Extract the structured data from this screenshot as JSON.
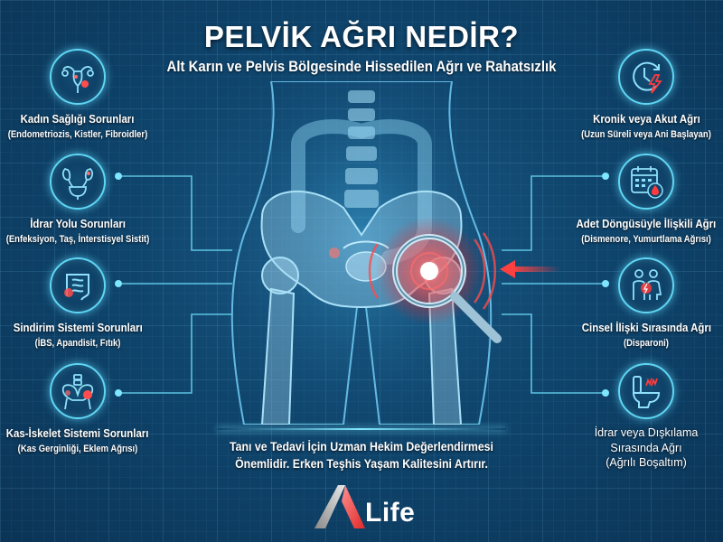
{
  "header": {
    "title": "PELVİK AĞRI NEDİR?",
    "subtitle": "Alt Karın ve Pelvis Bölgesinde Hissedilen Ağrı ve Rahatsızlık"
  },
  "left_items": [
    {
      "icon": "uterus-icon",
      "title": "Kadın Sağlığı Sorunları",
      "detail": "(Endometriozis, Kistler, Fibroidler)"
    },
    {
      "icon": "urinary-tract-icon",
      "title": "İdrar Yolu Sorunları",
      "detail": "(Enfeksiyon, Taş, İnterstisyel Sistit)"
    },
    {
      "icon": "intestine-icon",
      "title": "Sindirim Sistemi Sorunları",
      "detail": "(İBS, Apandisit, Fıtık)"
    },
    {
      "icon": "pelvis-bone-icon",
      "title": "Kas-İskelet Sistemi Sorunları",
      "detail": "(Kas Gerginliği, Eklem Ağrısı)"
    }
  ],
  "right_items": [
    {
      "icon": "clock-lightning-icon",
      "title": "Kronik veya Akut Ağrı",
      "detail": "(Uzun Süreli veya Ani Başlayan)"
    },
    {
      "icon": "calendar-blood-drop-icon",
      "title": "Adet Döngüsüyle İlişkili Ağrı",
      "detail": "(Dismenore, Yumurtlama Ağrısı)"
    },
    {
      "icon": "couple-pain-icon",
      "title": "Cinsel İlişki Sırasında Ağrı",
      "detail": "(Disparoni)"
    },
    {
      "icon": "toilet-pain-icon",
      "lines": [
        "İdrar veya Dışkılama",
        "Sırasında Ağrı",
        "(Ağrılı Boşaltım)"
      ]
    }
  ],
  "footer": {
    "line1": "Tanı ve Tedavi İçin Uzman Hekim Değerlendirmesi",
    "line2": "Önemlidir. Erken Teşhis Yaşam Kalitesini Artırır."
  },
  "brand": {
    "logo_text": "Life"
  },
  "colors": {
    "background": "#0f456d",
    "accent_cyan": "#5fd6f5",
    "pain_red": "#ff3b3b"
  }
}
